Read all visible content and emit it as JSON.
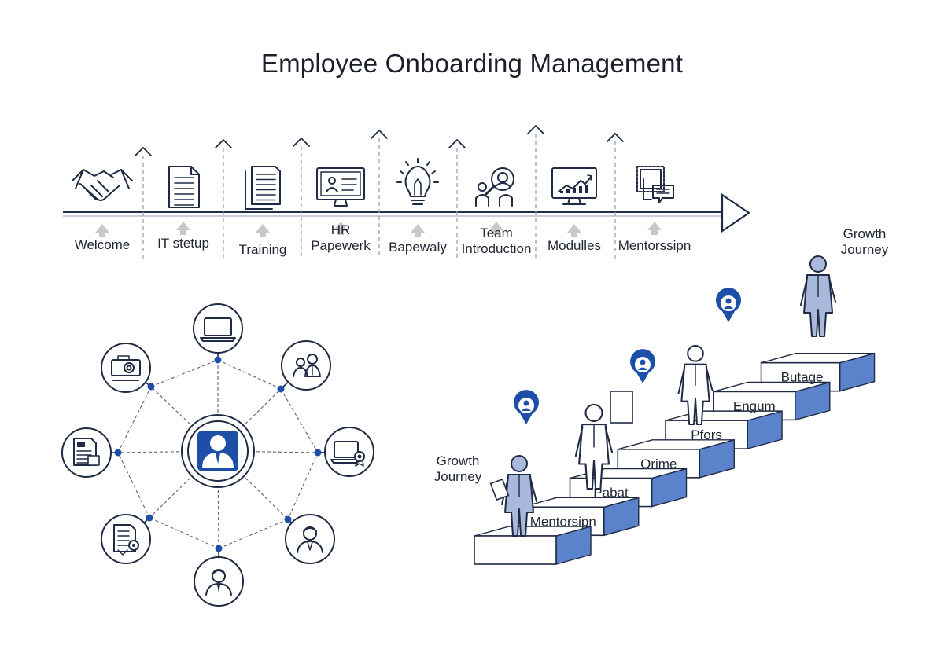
{
  "title": "Employee Onboarding Management",
  "timeline": {
    "steps": [
      {
        "label": [
          "Welcome"
        ],
        "icon": "handshake-icon"
      },
      {
        "label": [
          "IT stetup"
        ],
        "icon": "document-icon"
      },
      {
        "label": [
          "Training"
        ],
        "icon": "documents-icon"
      },
      {
        "label": [
          "HR",
          "Papewerk"
        ],
        "icon": "id-card-monitor-icon"
      },
      {
        "label": [
          "Bapewaly"
        ],
        "icon": "lightbulb-icon"
      },
      {
        "label": [
          "Team",
          "Introduction"
        ],
        "icon": "team-search-icon"
      },
      {
        "label": [
          "Modulles"
        ],
        "icon": "chart-monitor-icon"
      },
      {
        "label": [
          "Mentorssipn"
        ],
        "icon": "mentor-chat-icon"
      }
    ]
  },
  "hub": {
    "center_icon": "employee-avatar-icon",
    "nodes": [
      "laptop-icon",
      "team-icon",
      "laptop-certificate-icon",
      "person-icon",
      "employee-icon",
      "document-gear-icon",
      "document-form-icon",
      "projector-monitor-icon"
    ]
  },
  "stairs": {
    "steps": [
      "Mentorsipn",
      "Pabat",
      "Orime",
      "Pfors",
      "Engum",
      "Butage"
    ],
    "label_left": [
      "Growth",
      "Journey"
    ],
    "label_right": [
      "Growth",
      "Journey"
    ]
  },
  "colors": {
    "ink": "#1f2a44",
    "accent": "#1d4fa6",
    "stair_side": "#5b83cc",
    "person_fill": "#a9b9dc",
    "arrow_gray": "#c8c8c8"
  }
}
